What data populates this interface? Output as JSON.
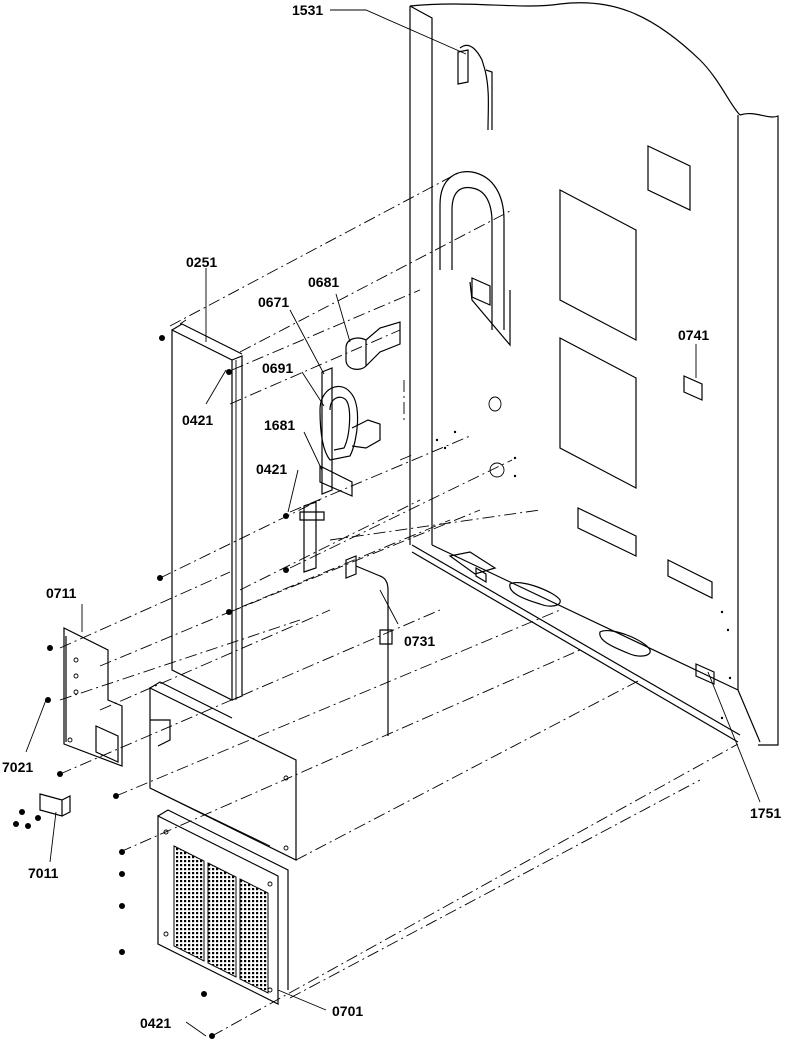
{
  "diagram": {
    "callouts": {
      "c1531": "1531",
      "c0251": "0251",
      "c0681": "0681",
      "c0671": "0671",
      "c0691": "0691",
      "c0421a": "0421",
      "c0741": "0741",
      "c1681": "1681",
      "c0421b": "0421",
      "c0711": "0711",
      "c0731": "0731",
      "c7021": "7021",
      "c1751": "1751",
      "c7011": "7011",
      "c0421c": "0421",
      "c0701": "0701"
    }
  }
}
